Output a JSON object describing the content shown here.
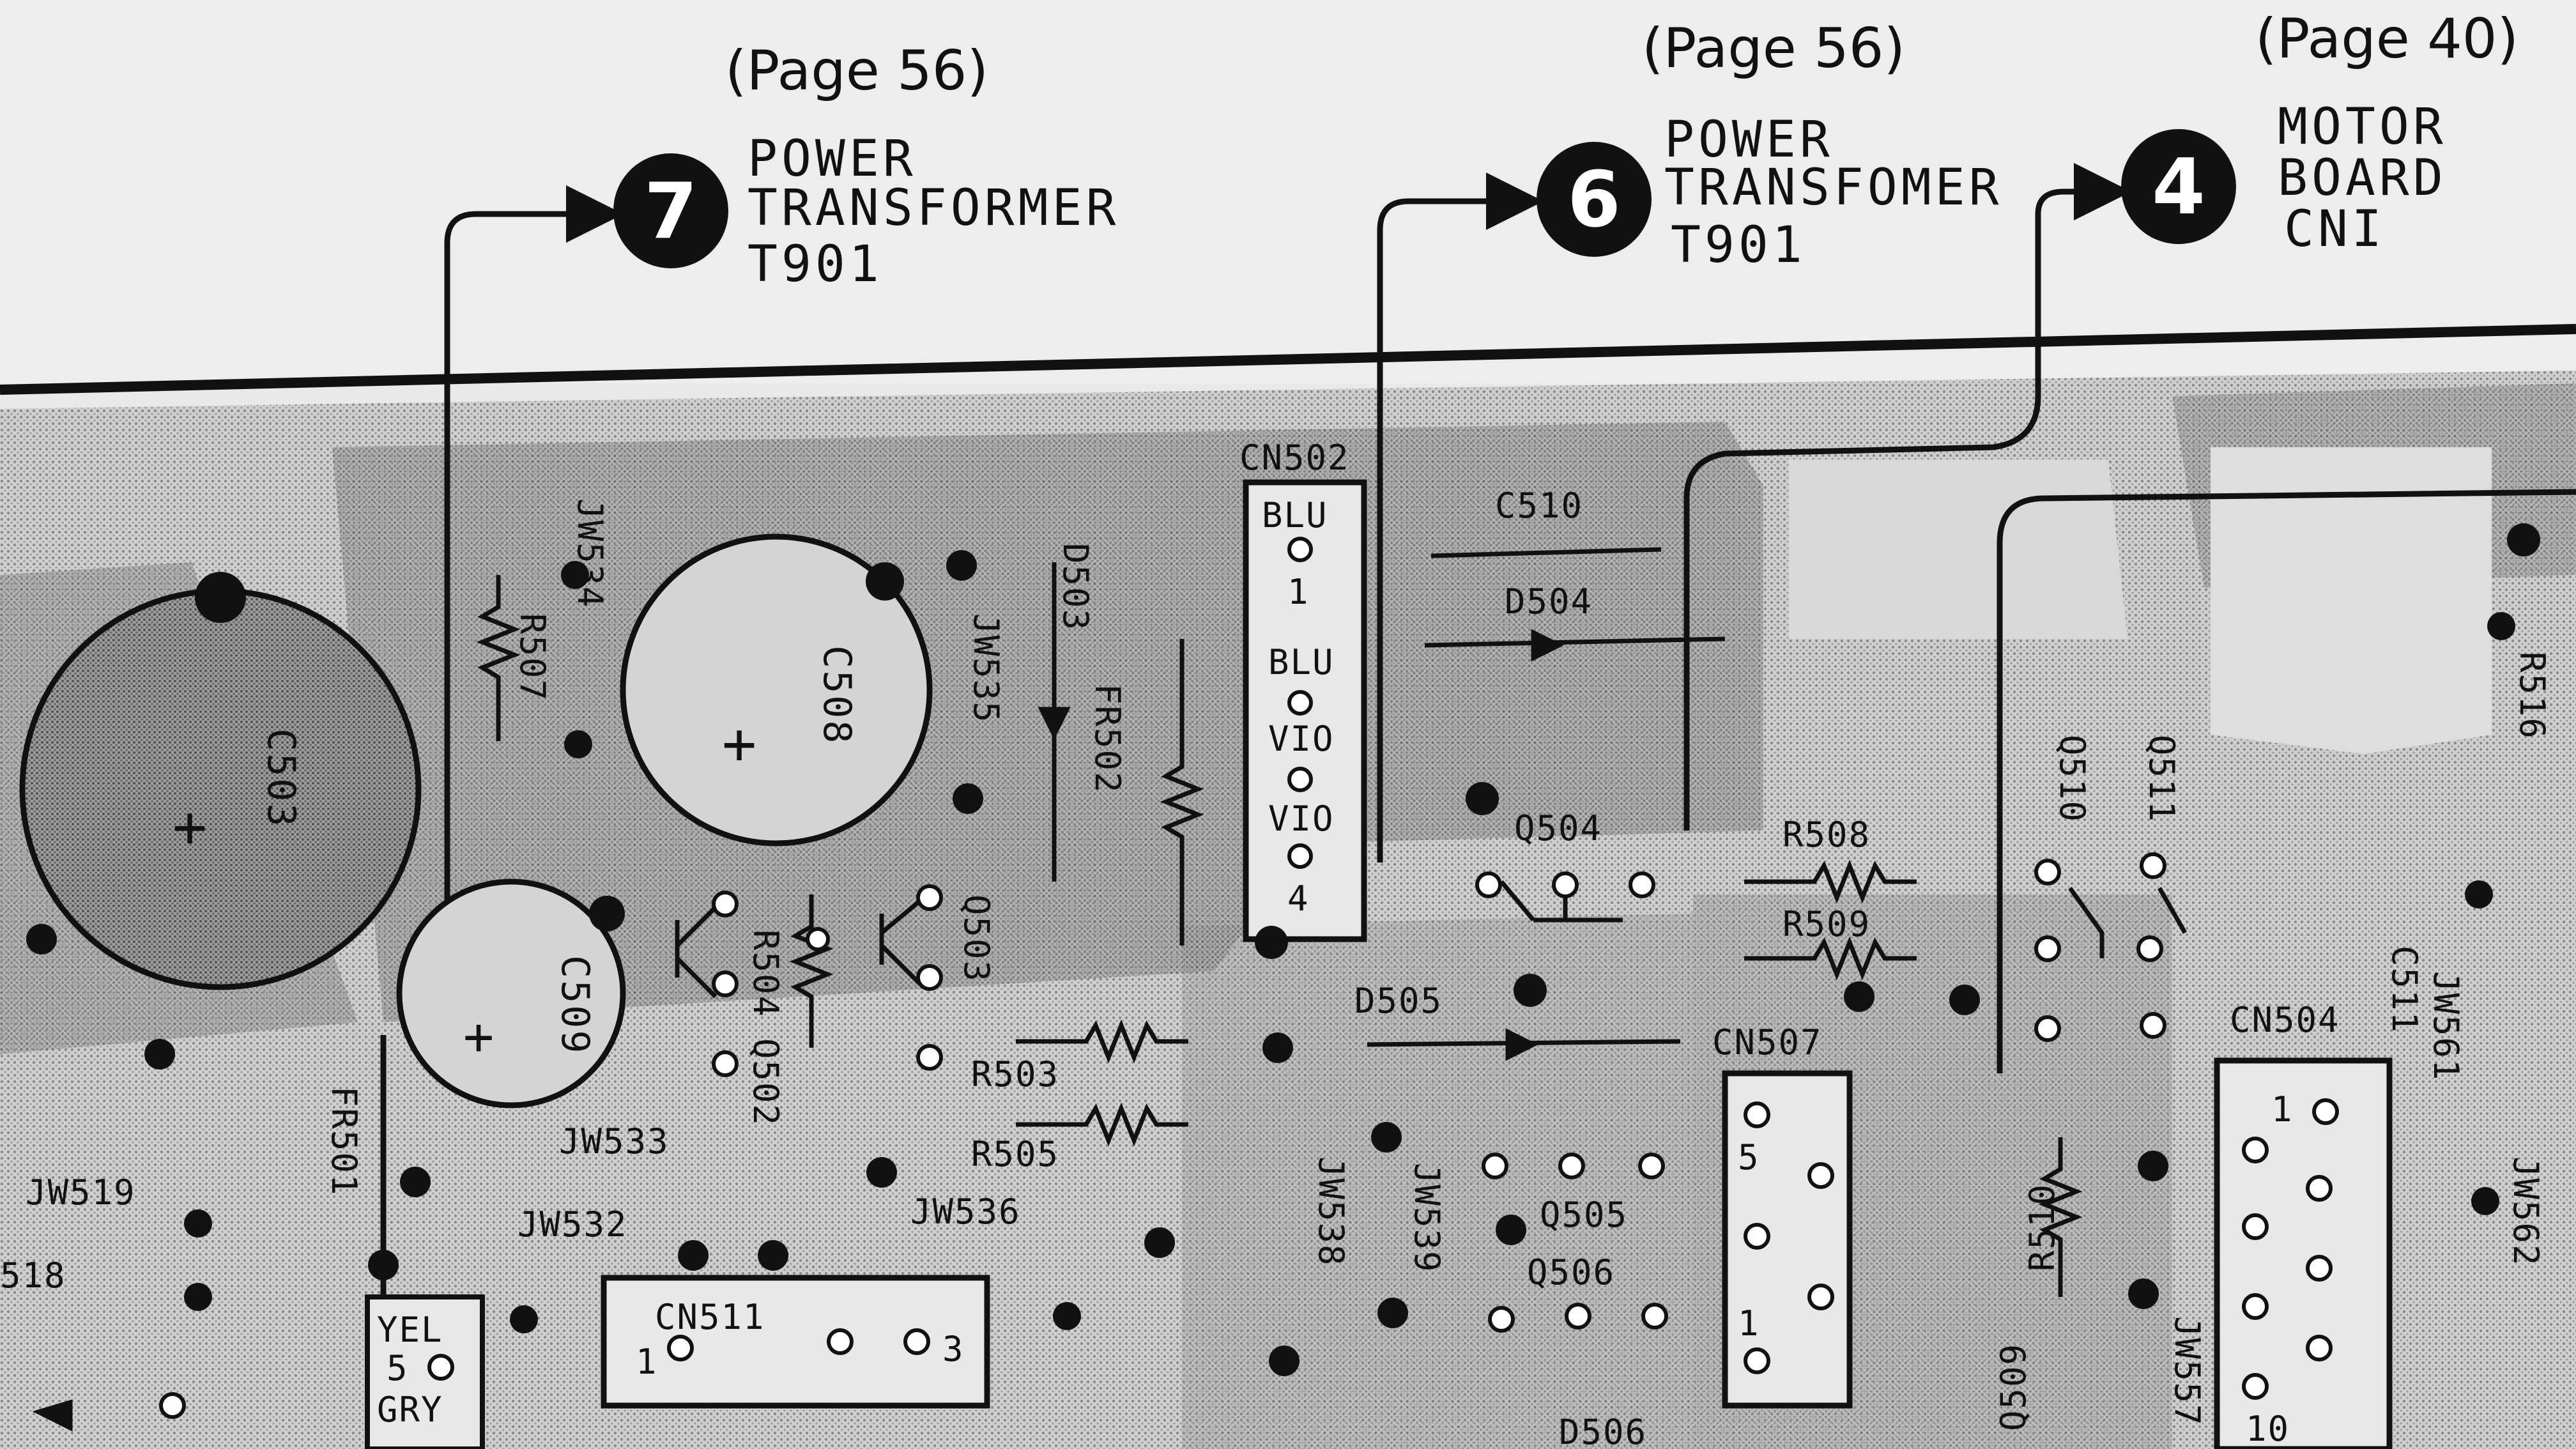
{
  "header": {
    "connectors": [
      {
        "page": "(Page 56)",
        "number": "7",
        "lines": [
          "POWER",
          "TRANSFORMER",
          "T901"
        ]
      },
      {
        "page": "(Page 56)",
        "number": "6",
        "lines": [
          "POWER",
          "TRANSFOMER",
          "T901"
        ]
      },
      {
        "page": "(Page 40)",
        "number": "4",
        "lines": [
          "MOTOR",
          "BOARD",
          "CNI"
        ]
      }
    ]
  },
  "components": {
    "c503": "C503",
    "c508": "C508",
    "c509": "C509",
    "c510": "C510",
    "c511": "C511",
    "r503": "R503",
    "r504": "R504",
    "r505": "R505",
    "r507": "R507",
    "r508": "R508",
    "r509": "R509",
    "r510": "R510",
    "r516": "R516",
    "d503": "D503",
    "d504": "D504",
    "d505": "D505",
    "d506": "D506",
    "q502": "Q502",
    "q503": "Q503",
    "q504": "Q504",
    "q505": "Q505",
    "q506": "Q506",
    "q509": "Q509",
    "q510": "Q510",
    "q511": "Q511",
    "fr501": "FR501",
    "fr502": "FR502",
    "jw518": "518",
    "jw519": "JW519",
    "jw532": "JW532",
    "jw533": "JW533",
    "jw534": "JW534",
    "jw535": "JW535",
    "jw536": "JW536",
    "jw538": "JW538",
    "jw539": "JW539",
    "jw557": "JW557",
    "jw561": "JW561",
    "jw562": "JW562"
  },
  "cn502": {
    "title": "CN502",
    "pins": [
      "BLU",
      "1",
      "BLU",
      "VIO",
      "VIO",
      "4"
    ]
  },
  "cn507": {
    "title": "CN507",
    "pins": [
      "5",
      "1"
    ]
  },
  "cn511": {
    "title": "CN511",
    "pins": [
      "1",
      "3"
    ]
  },
  "cn504": {
    "title": "CN504",
    "pins": [
      "1",
      "10"
    ]
  },
  "wire_labels": {
    "yel": "YEL",
    "pin5": "5",
    "gry": "GRY"
  }
}
